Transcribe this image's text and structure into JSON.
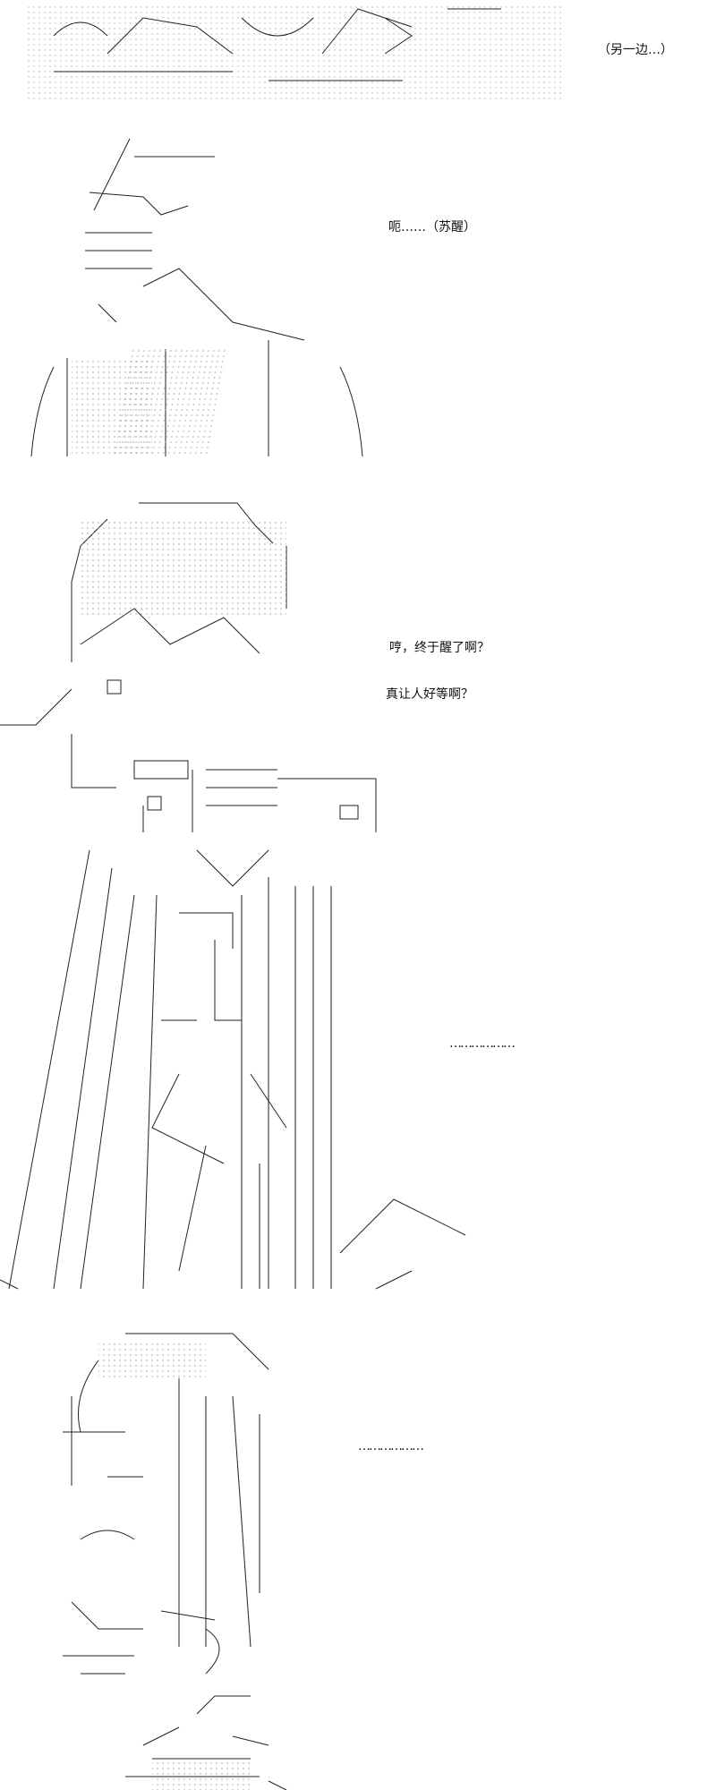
{
  "panels": [
    {
      "caption": "（另一边…）"
    },
    {
      "caption": "呃……（苏醒）"
    },
    {
      "lines": [
        "哼，终于醒了啊？",
        "真让人好等啊？"
      ]
    },
    {
      "caption": "………………"
    },
    {
      "caption": "………………"
    }
  ]
}
